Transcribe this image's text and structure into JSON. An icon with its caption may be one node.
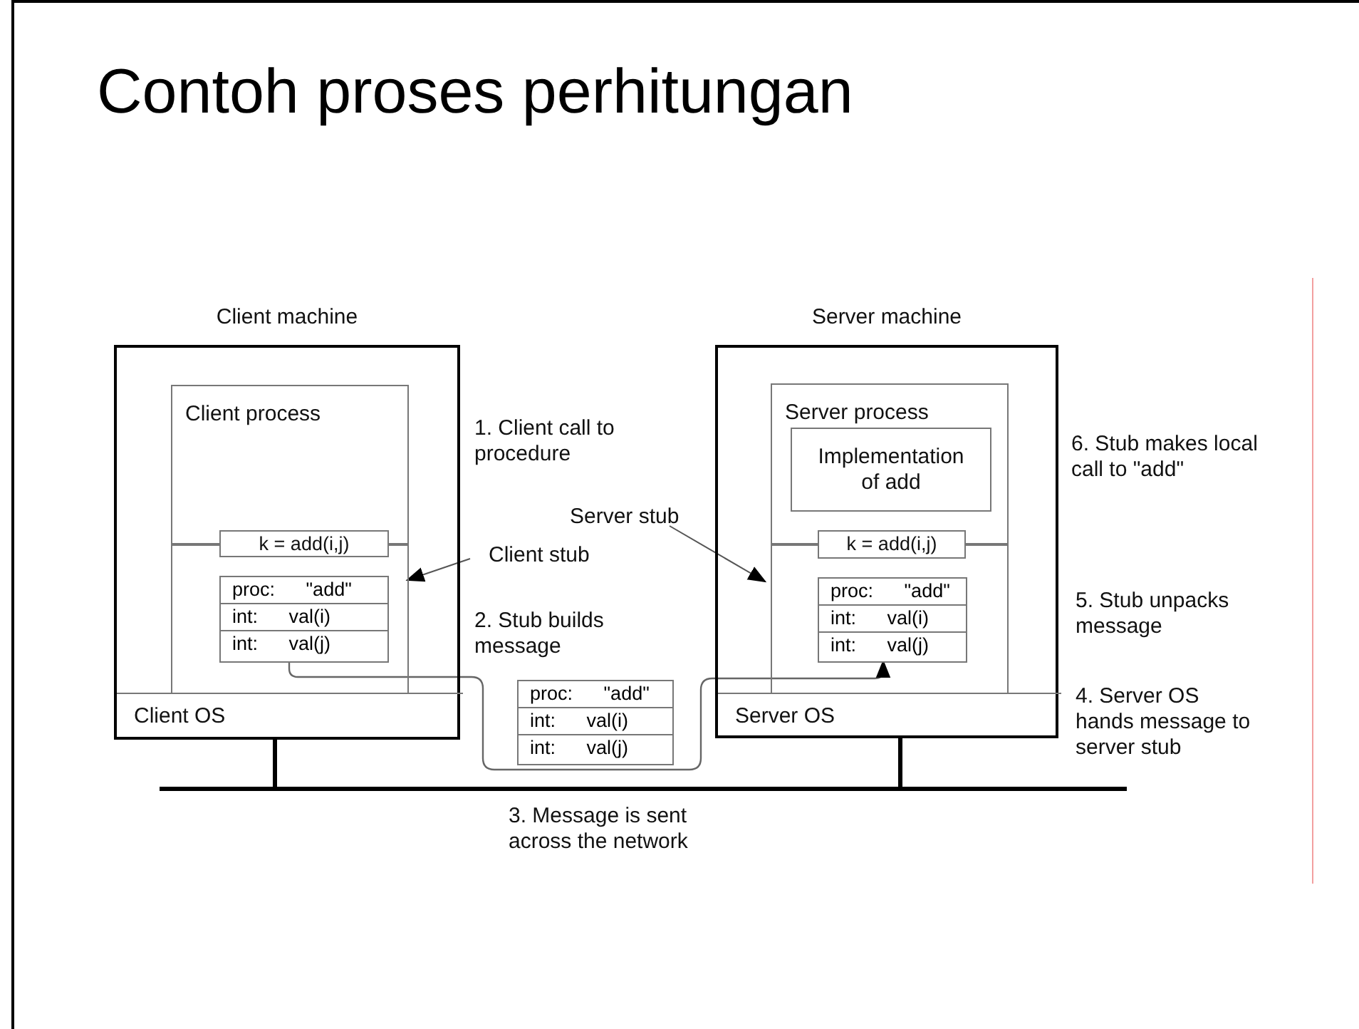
{
  "diagram": {
    "title": "Contoh proses perhitungan",
    "nodes": [
      {
        "text": [
          "Client machine"
        ]
      },
      {
        "text": [
          "Client process"
        ],
        "in": 0
      },
      {
        "text": [
          "k = add(i,j)"
        ],
        "in": 1
      },
      {
        "text": [
          "proc: \"add\"",
          "int: val(i)",
          "int: val(j)"
        ],
        "in": 1
      },
      {
        "text": [
          "Client OS"
        ],
        "in": 0
      },
      {
        "text": [
          "Server machine"
        ]
      },
      {
        "text": [
          "Server process"
        ],
        "in": 5
      },
      {
        "text": [
          "Implementation of add"
        ],
        "in": 6
      },
      {
        "text": [
          "k = add(i,j)"
        ],
        "in": 6
      },
      {
        "text": [
          "proc: \"add\"",
          "int: val(i)",
          "int: val(j)"
        ],
        "in": 6
      },
      {
        "text": [
          "Server OS"
        ],
        "in": 5
      },
      {
        "text": [
          "proc: \"add\"",
          "int: val(i)",
          "int: val(j)"
        ]
      },
      {
        "text": [
          "Client stub"
        ]
      },
      {
        "text": [
          "Server stub"
        ]
      },
      {
        "text": [],
        "shape": "bar"
      }
    ],
    "edges": [
      {
        "from": 12,
        "to": 1,
        "arrow": "to"
      },
      {
        "from": 13,
        "to": 6,
        "arrow": "to"
      },
      {
        "from": 3,
        "to": 9,
        "arrow": "to"
      },
      {
        "from": 0,
        "to": 14,
        "arrow": "none",
        "style": "thick"
      },
      {
        "from": 5,
        "to": 14,
        "arrow": "none",
        "style": "thick"
      }
    ],
    "labels": [
      "1. Client call to procedure",
      "2. Stub builds message",
      "6. Stub makes local call to \"add\"",
      "5. Stub unpacks message",
      "4. Server OS hands message to server stub",
      "3. Message is sent across the network"
    ]
  }
}
